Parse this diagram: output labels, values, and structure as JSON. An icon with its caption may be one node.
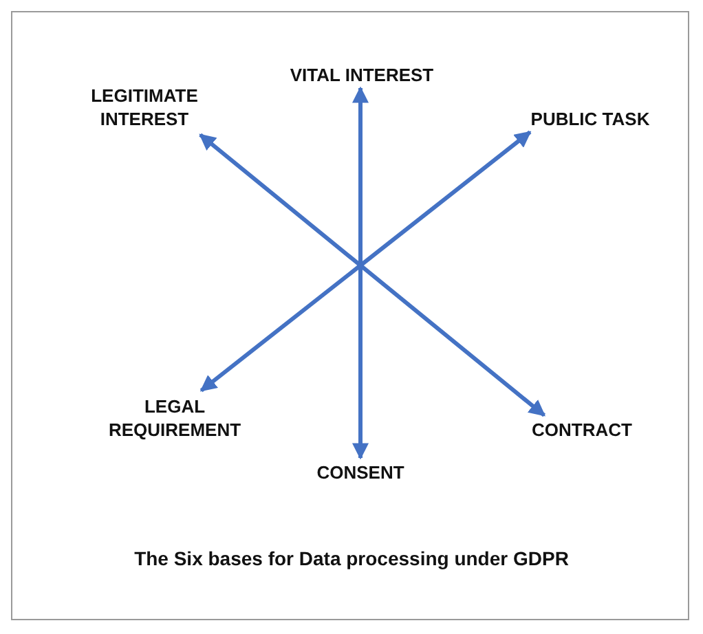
{
  "diagram": {
    "caption": "The Six bases for Data processing under GDPR",
    "nodes": [
      {
        "text": [
          "VITAL INTEREST"
        ]
      },
      {
        "text": [
          "LEGITIMATE INTEREST"
        ]
      },
      {
        "text": [
          "PUBLIC TASK"
        ]
      },
      {
        "text": [
          "LEGAL REQUIREMENT"
        ]
      },
      {
        "text": [
          "CONTRACT"
        ]
      },
      {
        "text": [
          "CONSENT"
        ]
      }
    ],
    "edges": [
      {
        "from": 0,
        "to": 5,
        "arrow": "both"
      },
      {
        "from": 1,
        "to": 4,
        "arrow": "both"
      },
      {
        "from": 2,
        "to": 3,
        "arrow": "both"
      }
    ]
  }
}
